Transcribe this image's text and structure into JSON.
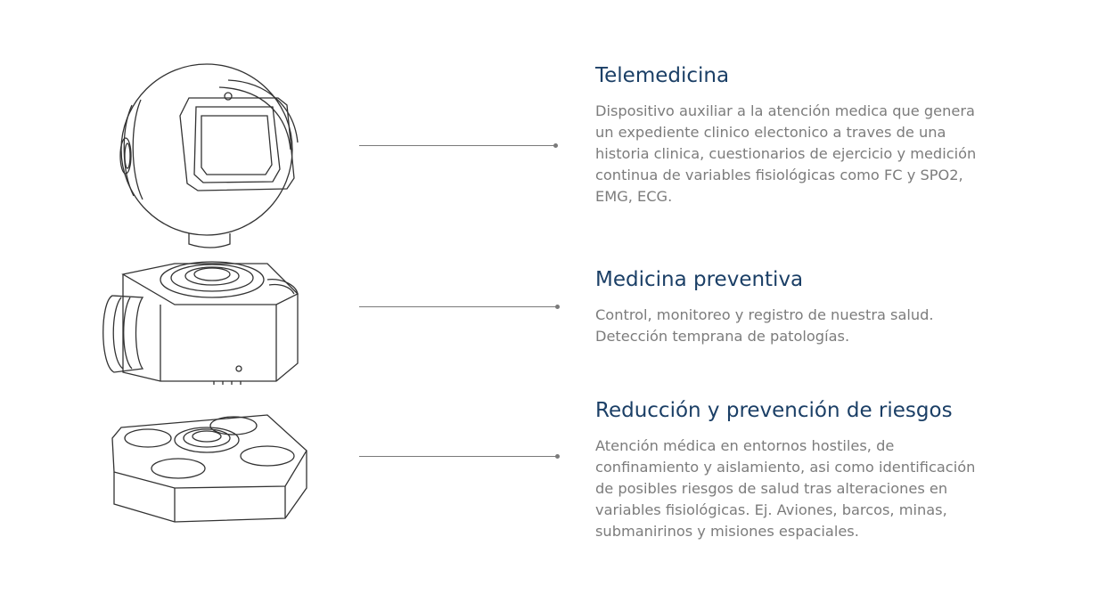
{
  "features": [
    {
      "title": "Telemedicina",
      "icon": "sphere-sensor-module-icon",
      "lines": [
        "Dispositivo auxiliar a la atención medica que genera",
        "un expediente clinico electonico a traves de una",
        "historia clinica, cuestionarios de ejercicio  y medición",
        "continua de variables fisiológicas como FC y SPO2,",
        "EMG, ECG."
      ]
    },
    {
      "title": "Medicina preventiva",
      "icon": "processing-unit-module-icon",
      "lines": [
        "Control, monitoreo y registro de nuestra salud.",
        "Detección temprana de patologías."
      ]
    },
    {
      "title": "Reducción y prevención de riesgos",
      "icon": "base-dock-module-icon",
      "lines": [
        "Atención médica en entornos hostiles, de",
        "confinamiento y aislamiento, asi como identificación",
        "de posibles riesgos de salud tras alteraciones en",
        "variables fisiológicas. Ej. Aviones, barcos, minas,",
        "submanirinos y misiones espaciales."
      ]
    }
  ],
  "colors": {
    "heading": "#1b3f66",
    "body_text": "#7c7c7c",
    "line_art": "#333333",
    "connector": "#7a7a7a"
  }
}
